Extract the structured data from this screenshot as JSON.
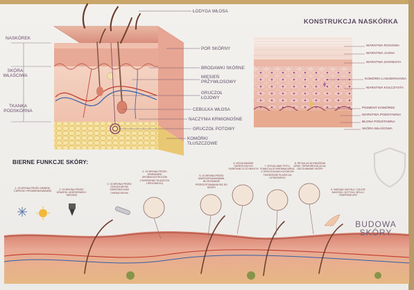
{
  "main_diagram": {
    "labels": {
      "lodyga_wlosa": "ŁODYGA WŁOSA",
      "por_skorny": "POR SKÓRNY",
      "brodawki_skorne": "BRODAWKI SKÓRNE",
      "miesien": "MIĘSIEŃ PRZYWŁOSOWY",
      "gruczol_lojowy": "GRUCZOŁ ŁOJOWY",
      "cebulka_wlosa": "CEBULKA WŁOSA",
      "naczynia": "NACZYNIA KRWIONOŚNE",
      "gruczol_potowy": "GRUCZOŁ POTOWY",
      "komorki_tluszczowe": "KOMÓRKI TŁUSZCZOWE"
    },
    "side_labels": {
      "naskorek": "NASKÓREK",
      "skora_wlasciwa": "SKÓRA WŁAŚCIWA",
      "tkanka_podskorna": "TKANKA PODSKÓRNA"
    }
  },
  "epidermis_panel": {
    "title": "KONSTRUKCJA NASKÓRKA",
    "labels": {
      "rogowa": "WARSTWA ROGOWA",
      "jasna": "WARSTWA JASNA",
      "ziarnista": "WARSTWA ZIARNISTA",
      "langerhansa": "KOMÓRKI LANGERHANSA",
      "kolczysta": "WARSTWA KOLCZYSTA",
      "pigment": "PIGMENT KOMÓREK",
      "podstawna": "WARSTWA PODSTAWNA",
      "blona": "BŁONA PODSTAWNA",
      "skora_wlasciwa": "SKÓRA WŁAŚCIWA"
    }
  },
  "functions": {
    "title": "BIERNE FUNKCJE SKÓRY:",
    "items": [
      "1. OCHRONA PRZED ZIMNEM, CIEPŁEM I PROMIENIOWANIEM",
      "2. OCHRONA PRZED URAZEM, UDERZENIEM I TARCIEM",
      "3. OCHRONA PRZED SZKODLIWYMI SUBSTANCJAMI CHEMICZNYMI",
      "4. OCHRONA PRZED WNIKANIEM DROBNOUSTROJÓW (TWORZENIE PŁASZCZA LIPIDOWEGO)",
      "5. OCHRONA PRZED MIKROORGANIZMAMI, BLOKOWANIE PRZEDOSTAWANIA SIĘ DO SKÓRY",
      "6. WCHŁANIANIE OKREŚLONYCH SUBSTANCJI CZYNNYCH",
      "7. WYDALANIE POTU, FUNKCJA OCHRONNA WRAZ Z GRUCZOŁAMI ŁOJOWYMI TWORZENIE PŁASZCZA LIPIDOWEGO",
      "8. REGULACJA KRĄŻENIA KRWI, TERMOREGULACJA, ODCZUWANIE SKÓRY",
      "9. NARZĄD ZMYSŁU, CZUCIE NACISKU, DOTYKU, BÓLU I TEMPERATURY"
    ]
  },
  "budowa": "BUDOWA SKÓRY",
  "colors": {
    "epidermis": "#e8b49e",
    "dermis": "#f1c9b6",
    "fat": "#f0d58a",
    "vessel_red": "#c0392b",
    "vessel_blue": "#2f5fa8",
    "label": "#5a4a63"
  },
  "icons": [
    "snowflake-icon",
    "sun-icon",
    "hammer-icon",
    "test-tube-icon",
    "hand-icon"
  ]
}
